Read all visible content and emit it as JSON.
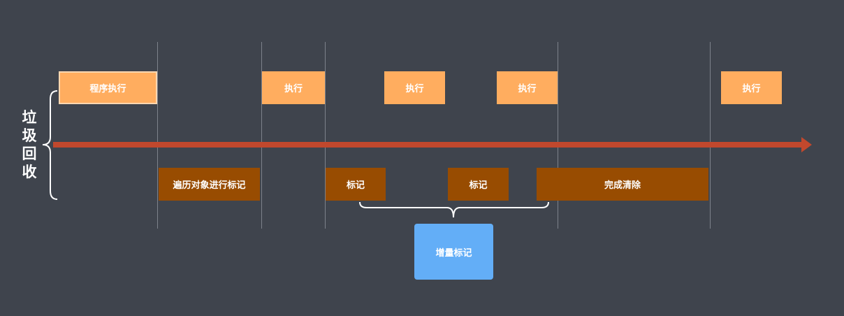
{
  "axis_label": "垃圾回收",
  "execution_blocks": [
    {
      "label": "程序执行"
    },
    {
      "label": "执行"
    },
    {
      "label": "执行"
    },
    {
      "label": "执行"
    },
    {
      "label": "执行"
    }
  ],
  "gc_blocks": [
    {
      "label": "遍历对象进行标记"
    },
    {
      "label": "标记"
    },
    {
      "label": "标记"
    },
    {
      "label": "完成清除"
    }
  ],
  "incremental_box": {
    "label": "增量标记"
  },
  "colors": {
    "background": "#3f444d",
    "execution": "#ffad5f",
    "gc": "#984c01",
    "arrow": "#c1482d",
    "incremental": "#63aef7"
  }
}
